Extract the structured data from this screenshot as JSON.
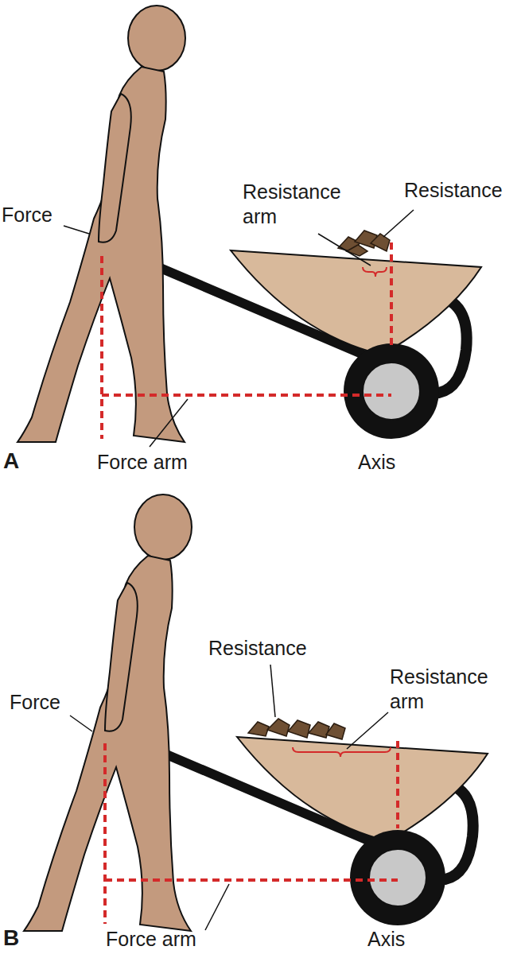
{
  "diagram": {
    "labels": [
      "Force",
      "Resistance arm",
      "Resistance",
      "Force arm",
      "Axis",
      "A",
      "Resistance",
      "Resistance arm",
      "Force",
      "Force arm",
      "Axis",
      "B"
    ]
  }
}
